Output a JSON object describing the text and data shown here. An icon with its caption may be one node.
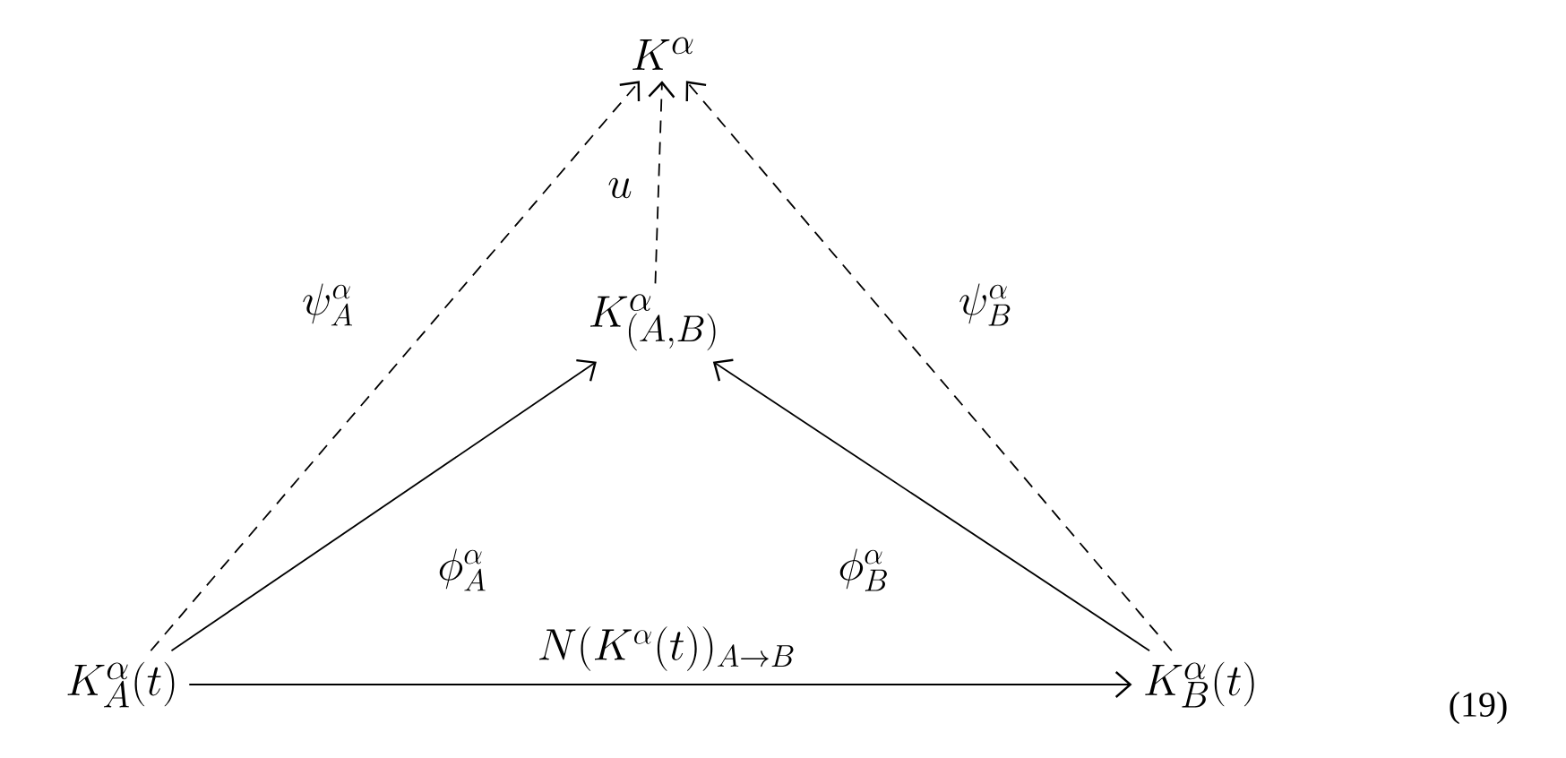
{
  "diagram": {
    "nodes": [
      {
        "text": [
          "K^\\alpha"
        ]
      },
      {
        "text": [
          "K^\\alpha_{(A,B)}"
        ]
      },
      {
        "text": [
          "K^\\alpha_A(t)"
        ]
      },
      {
        "text": [
          "K^\\alpha_B(t)"
        ]
      }
    ],
    "edges": [
      {
        "from": 2,
        "to": 0,
        "arrow": "to",
        "style": "dashed",
        "label": "\\psi^\\alpha_A"
      },
      {
        "from": 1,
        "to": 0,
        "arrow": "to",
        "style": "dashed",
        "label": "u"
      },
      {
        "from": 3,
        "to": 0,
        "arrow": "to",
        "style": "dashed",
        "label": "\\psi^\\alpha_B"
      },
      {
        "from": 2,
        "to": 1,
        "arrow": "to",
        "label": "\\phi^\\alpha_A"
      },
      {
        "from": 3,
        "to": 1,
        "arrow": "to",
        "label": "\\phi^\\alpha_B"
      },
      {
        "from": 2,
        "to": 3,
        "arrow": "to",
        "label": "N(K^\\alpha(t))_{A\\to B}"
      }
    ],
    "labels": [
      "(19)"
    ]
  }
}
